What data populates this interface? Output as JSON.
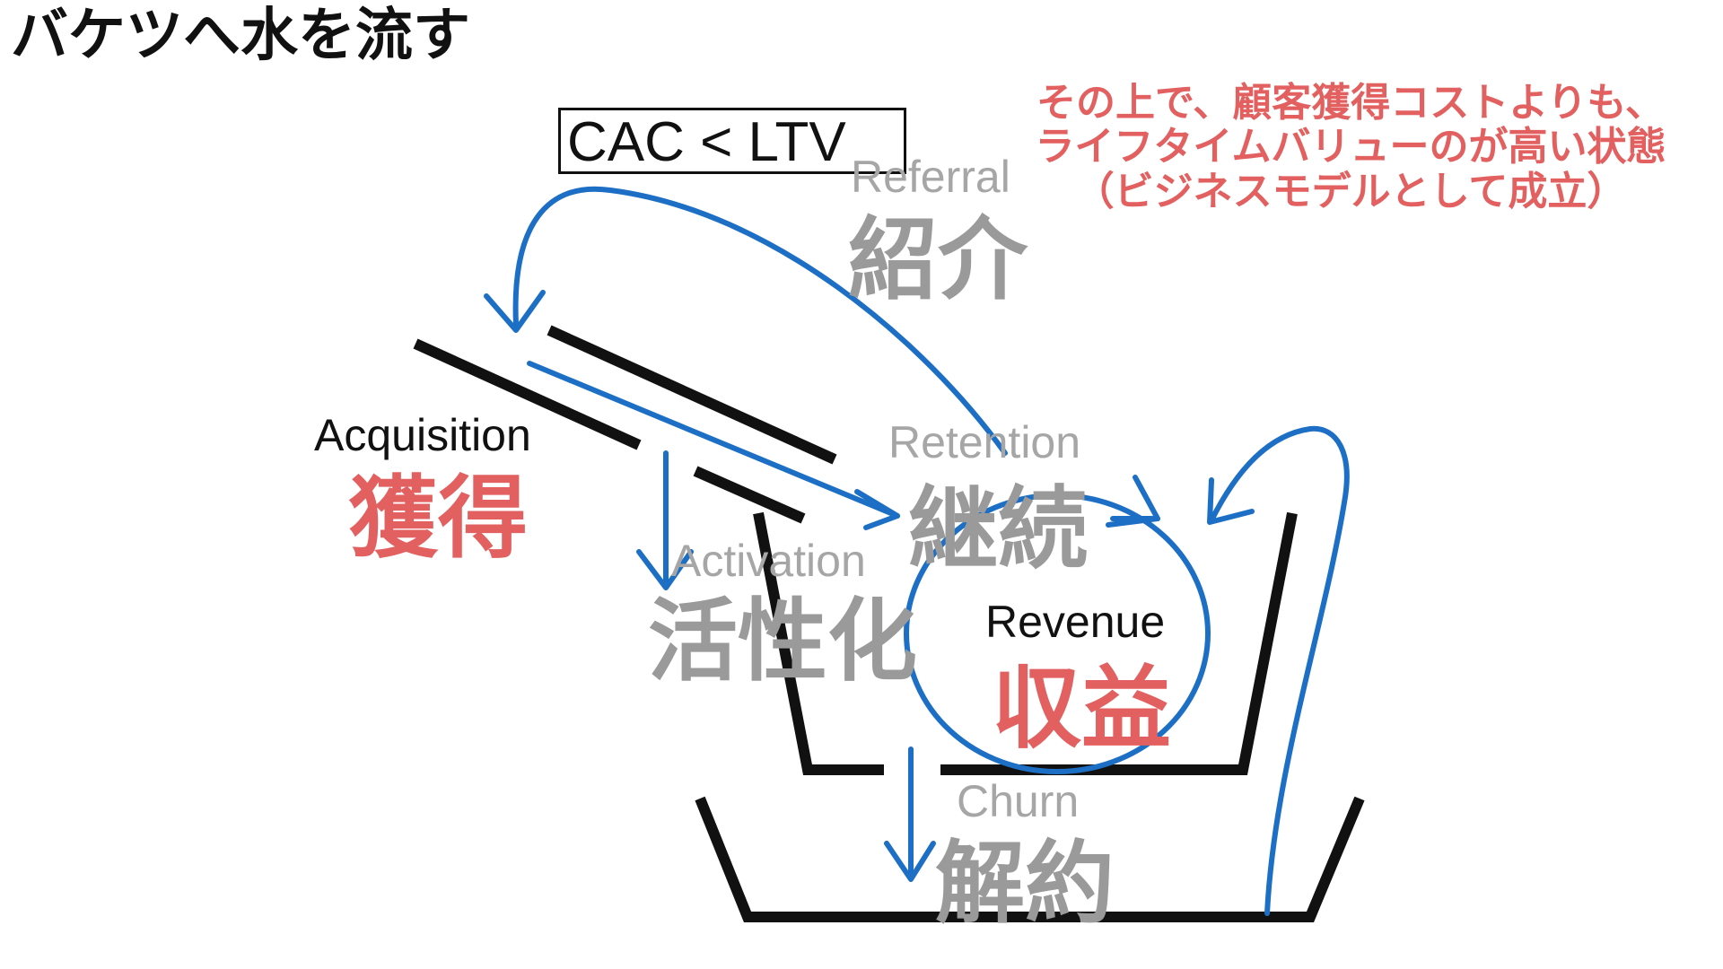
{
  "title": "バケツへ水を流す",
  "formula": "CAC < LTV",
  "note_lines": [
    "その上で、顧客獲得コストよりも、",
    "ライフタイムバリューのが高い状態",
    "（ビジネスモデルとして成立）"
  ],
  "stages": {
    "referral": {
      "en": "Referral",
      "jp": "紹介"
    },
    "acquisition": {
      "en": "Acquisition",
      "jp": "獲得"
    },
    "retention": {
      "en": "Retention",
      "jp": "継続"
    },
    "activation": {
      "en": "Activation",
      "jp": "活性化"
    },
    "revenue": {
      "en": "Revenue",
      "jp": "収益"
    },
    "churn": {
      "en": "Churn",
      "jp": "解約"
    }
  },
  "colors": {
    "accent_red": "#e36060",
    "flow_blue": "#1c6fc4",
    "muted_gray": "#9a9a9a",
    "ink": "#111111"
  }
}
